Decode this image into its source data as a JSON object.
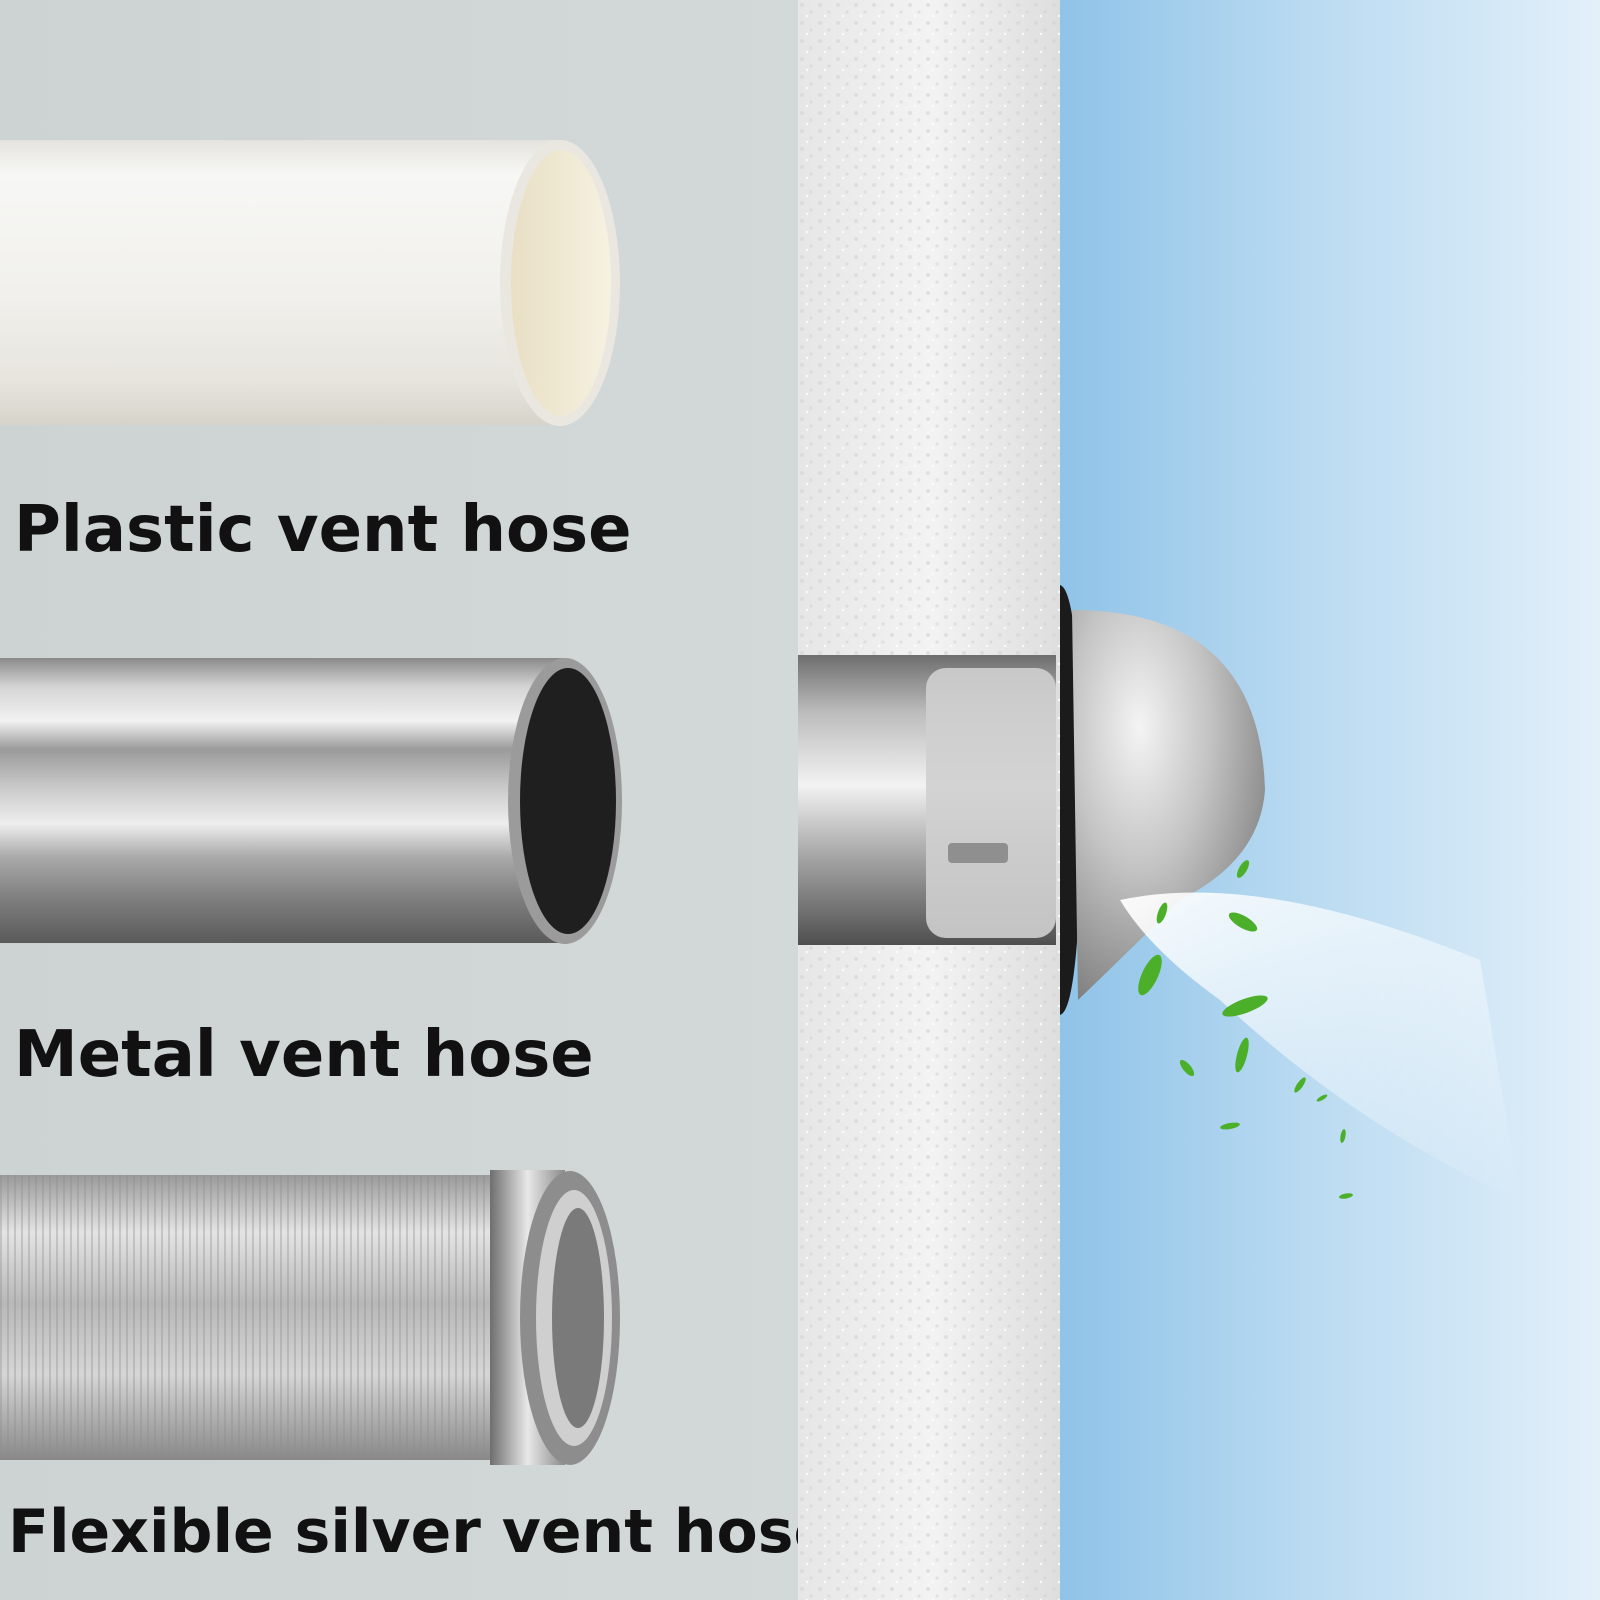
{
  "captions": {
    "plastic": "Plastic vent hose",
    "metal": "Metal vent hose",
    "flexible": "Flexible silver vent hose"
  },
  "colors": {
    "background_left": "#cfd5d5",
    "wall": "#efefef",
    "sky_start": "#8fc3e8",
    "sky_end": "#e3f0fa",
    "plastic_pipe": "#f1f0ec",
    "leaf": "#4caf2a",
    "caption_text": "#111111"
  }
}
